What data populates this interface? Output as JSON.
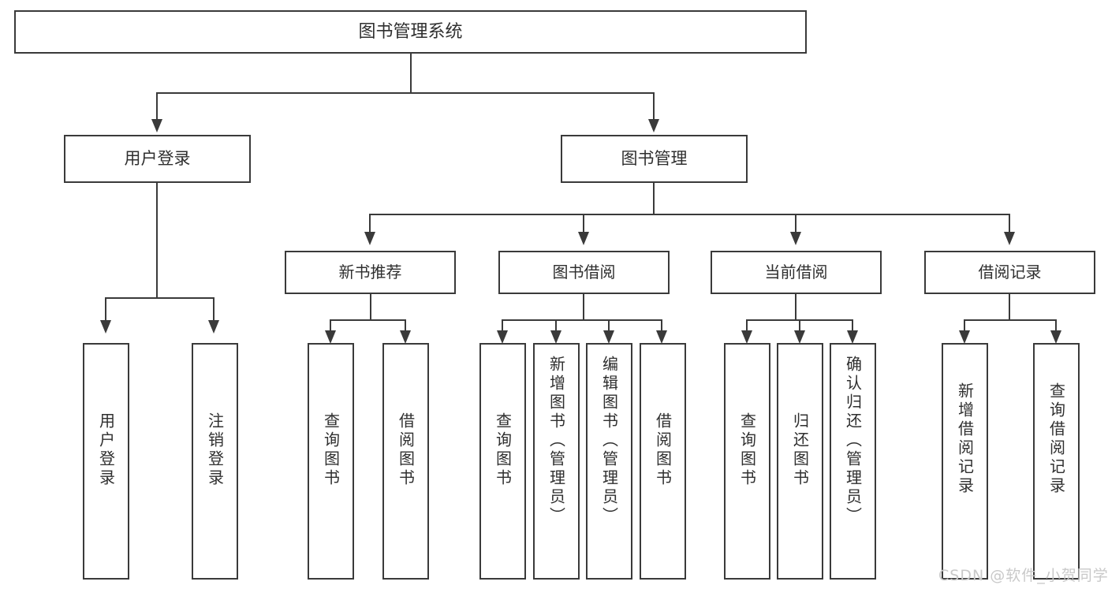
{
  "diagram": {
    "type": "tree",
    "title": "图书管理系统",
    "watermark": "CSDN @软件_小贺同学",
    "colors": {
      "border": "#3a3a3a",
      "text": "#2f2f2f",
      "background": "#ffffff",
      "watermark": "#c9c9c9"
    },
    "root": {
      "label": "图书管理系统"
    },
    "level1": [
      {
        "label": "用户登录"
      },
      {
        "label": "图书管理"
      }
    ],
    "level2": [
      {
        "label": "新书推荐"
      },
      {
        "label": "图书借阅"
      },
      {
        "label": "当前借阅"
      },
      {
        "label": "借阅记录"
      }
    ],
    "leaves": {
      "user_login": [
        {
          "label": "用户登录"
        },
        {
          "label": "注销登录"
        }
      ],
      "new_book": [
        {
          "label": "查询图书"
        },
        {
          "label": "借阅图书"
        }
      ],
      "borrow_book": [
        {
          "label": "查询图书"
        },
        {
          "label": "新增图书（管理员）"
        },
        {
          "label": "编辑图书（管理员）"
        },
        {
          "label": "借阅图书"
        }
      ],
      "current_borrow": [
        {
          "label": "查询图书"
        },
        {
          "label": "归还图书"
        },
        {
          "label": "确认归还（管理员）"
        }
      ],
      "borrow_record": [
        {
          "label": "新增借阅记录"
        },
        {
          "label": "查询借阅记录"
        }
      ]
    }
  }
}
